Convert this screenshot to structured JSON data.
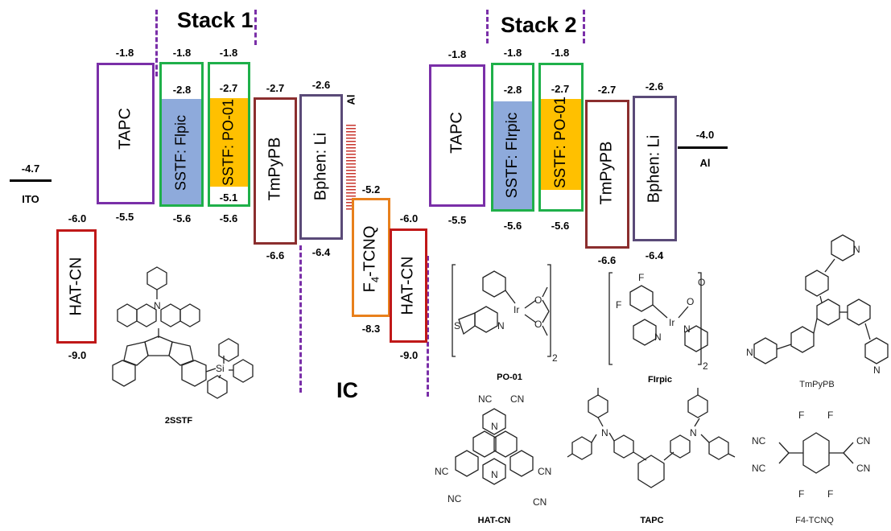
{
  "titles": {
    "stack1": "Stack 1",
    "stack2": "Stack 2",
    "ic": "IC"
  },
  "colors": {
    "purple": "#7a2fa8",
    "green": "#1fb04a",
    "maroon": "#8b2e2e",
    "slate": "#5a4a78",
    "red": "#c01818",
    "orange": "#e8801c",
    "blue_fill": "#8eaadb",
    "yellow_fill": "#ffc000"
  },
  "electrodes": {
    "ito": {
      "name": "ITO",
      "level": "-4.7"
    },
    "al_stack2": {
      "name": "Al",
      "level": "-4.0"
    },
    "al_ic": {
      "name": "Al"
    }
  },
  "layers": [
    {
      "name": "HAT-CN",
      "top": "-6.0",
      "bottom": "-9.0"
    },
    {
      "name": "TAPC",
      "top": "-1.8",
      "bottom": "-5.5"
    },
    {
      "name": "SSTF: Flpic",
      "top_outer": "-1.8",
      "top_inner": "-2.8",
      "bottom": "-5.6"
    },
    {
      "name": "SSTF: PO-01",
      "top_outer": "-1.8",
      "top_inner": "-2.7",
      "bottom_inner": "-5.1",
      "bottom": "-5.6"
    },
    {
      "name": "TmPyPB",
      "top": "-2.7",
      "bottom": "-6.6"
    },
    {
      "name": "Bphen: Li",
      "top": "-2.6",
      "bottom": "-6.4"
    },
    {
      "name": "F",
      "name_sub": "4",
      "name_rest": "-TCNQ",
      "top": "-5.2",
      "bottom": "-8.3"
    },
    {
      "name": "HAT-CN",
      "top": "-6.0",
      "bottom": "-9.0"
    },
    {
      "name": "TAPC",
      "top": "-1.8",
      "bottom": "-5.5"
    },
    {
      "name": "SSTF: FIrpic",
      "top_outer": "-1.8",
      "top_inner": "-2.8",
      "bottom": "-5.6"
    },
    {
      "name": "SSTF: PO-01",
      "top_outer": "-1.8",
      "top_inner": "-2.7",
      "bottom": "-5.6"
    },
    {
      "name": "TmPyPB",
      "top": "-2.7",
      "bottom": "-6.6"
    },
    {
      "name": "Bphen: Li",
      "top": "-2.6",
      "bottom": "-6.4"
    }
  ],
  "molecules": {
    "sstf": {
      "caption": "2SSTF",
      "n": "N",
      "si": "Si"
    },
    "po01": {
      "caption": "PO-01",
      "ir": "Ir",
      "s": "S",
      "n": "N",
      "o": "O",
      "sub": "2"
    },
    "firpic": {
      "caption": "FIrpic",
      "ir": "Ir",
      "f": "F",
      "n": "N",
      "o": "O",
      "sub": "2"
    },
    "tmpypb": {
      "caption": "TmPyPB",
      "n": "N"
    },
    "hatcn": {
      "caption": "HAT-CN",
      "cn": "CN",
      "nc": "NC",
      "n": "N"
    },
    "tapc": {
      "caption": "TAPC",
      "n": "N"
    },
    "f4tcnq": {
      "caption": "F4-TCNQ",
      "f": "F",
      "cn": "CN",
      "nc": "NC"
    }
  }
}
